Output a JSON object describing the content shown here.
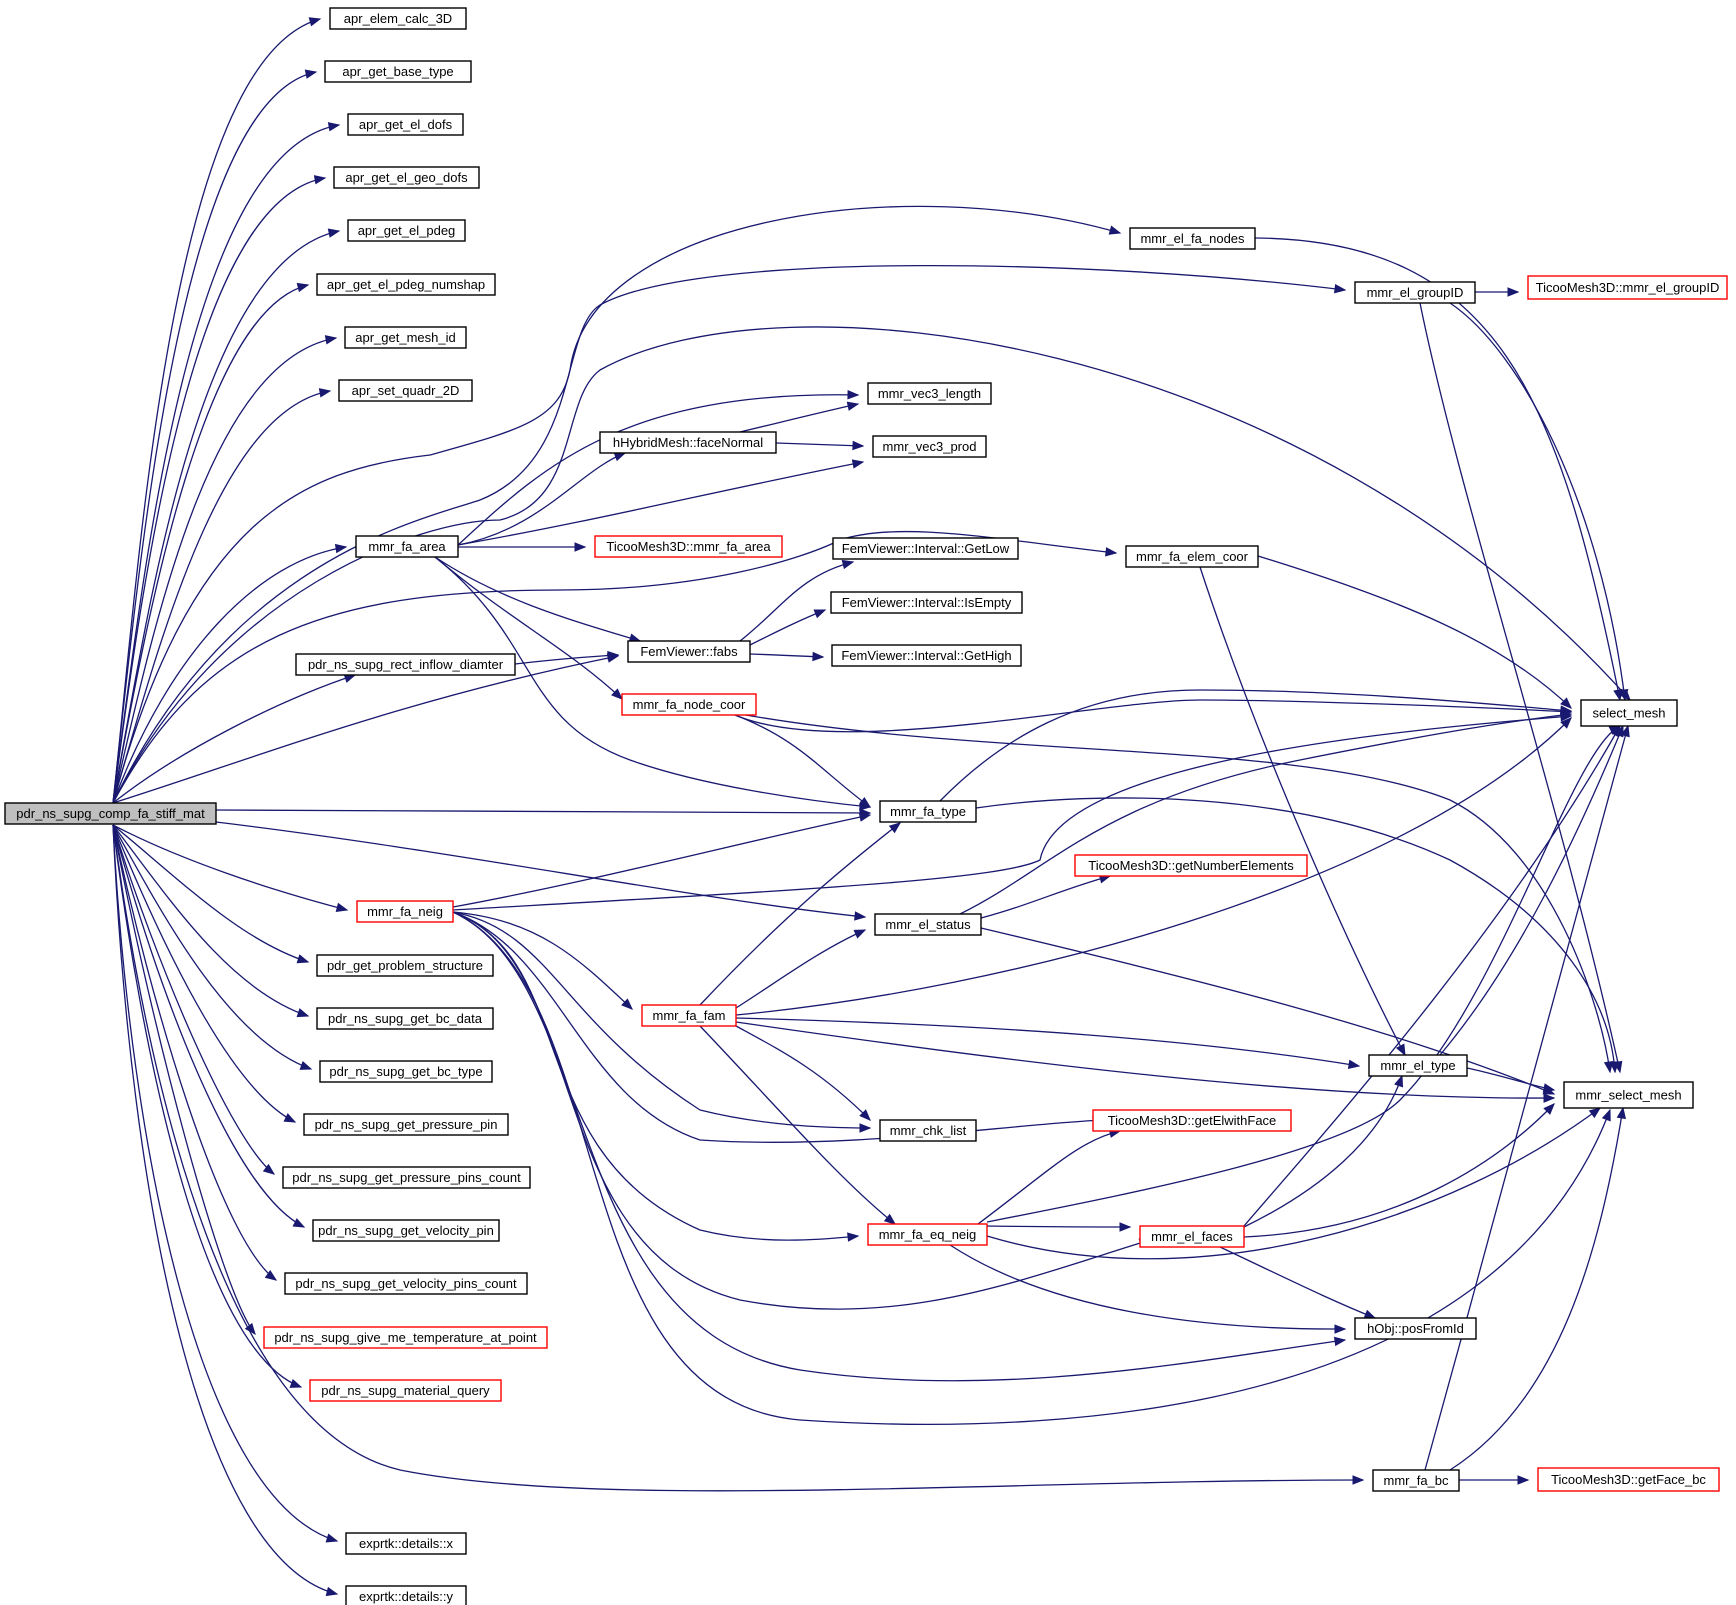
{
  "diagram": {
    "type": "call-graph",
    "colors": {
      "edge": "#191970",
      "node_border_default": "#000000",
      "node_border_truncated": "#ff0000",
      "root_fill": "#bfbfbf",
      "node_fill": "#ffffff"
    },
    "nodes": [
      {
        "id": "root",
        "label": "pdr_ns_supg_comp_fa_stiff_mat",
        "style": "root"
      },
      {
        "id": "n1",
        "label": "apr_elem_calc_3D",
        "style": "normal"
      },
      {
        "id": "n2",
        "label": "apr_get_base_type",
        "style": "normal"
      },
      {
        "id": "n3",
        "label": "apr_get_el_dofs",
        "style": "normal"
      },
      {
        "id": "n4",
        "label": "apr_get_el_geo_dofs",
        "style": "normal"
      },
      {
        "id": "n5",
        "label": "apr_get_el_pdeg",
        "style": "normal"
      },
      {
        "id": "n6",
        "label": "apr_get_el_pdeg_numshap",
        "style": "normal"
      },
      {
        "id": "n7",
        "label": "apr_get_mesh_id",
        "style": "normal"
      },
      {
        "id": "n8",
        "label": "apr_set_quadr_2D",
        "style": "normal"
      },
      {
        "id": "mmr_fa_area",
        "label": "mmr_fa_area",
        "style": "normal"
      },
      {
        "id": "rect_inflow",
        "label": "pdr_ns_supg_rect_inflow_diamter",
        "style": "normal"
      },
      {
        "id": "mmr_fa_neig",
        "label": "mmr_fa_neig",
        "style": "truncated"
      },
      {
        "id": "n12",
        "label": "pdr_get_problem_structure",
        "style": "normal"
      },
      {
        "id": "n13",
        "label": "pdr_ns_supg_get_bc_data",
        "style": "normal"
      },
      {
        "id": "n14",
        "label": "pdr_ns_supg_get_bc_type",
        "style": "normal"
      },
      {
        "id": "n15",
        "label": "pdr_ns_supg_get_pressure_pin",
        "style": "normal"
      },
      {
        "id": "n16",
        "label": "pdr_ns_supg_get_pressure_pins_count",
        "style": "normal"
      },
      {
        "id": "n17",
        "label": "pdr_ns_supg_get_velocity_pin",
        "style": "normal"
      },
      {
        "id": "n18",
        "label": "pdr_ns_supg_get_velocity_pins_count",
        "style": "normal"
      },
      {
        "id": "n19",
        "label": "pdr_ns_supg_give_me_temperature_at_point",
        "style": "truncated"
      },
      {
        "id": "n20",
        "label": "pdr_ns_supg_material_query",
        "style": "truncated"
      },
      {
        "id": "n21",
        "label": "exprtk::details::x",
        "style": "normal"
      },
      {
        "id": "n22",
        "label": "exprtk::details::y",
        "style": "normal"
      },
      {
        "id": "faceNormal",
        "label": "hHybridMesh::faceNormal",
        "style": "normal"
      },
      {
        "id": "ticoo_fa_area",
        "label": "TicooMesh3D::mmr_fa_area",
        "style": "truncated"
      },
      {
        "id": "fabs",
        "label": "FemViewer::fabs",
        "style": "normal"
      },
      {
        "id": "node_coor",
        "label": "mmr_fa_node_coor",
        "style": "truncated"
      },
      {
        "id": "fa_fam",
        "label": "mmr_fa_fam",
        "style": "truncated"
      },
      {
        "id": "eq_neig",
        "label": "mmr_fa_eq_neig",
        "style": "truncated"
      },
      {
        "id": "vec3_length",
        "label": "mmr_vec3_length",
        "style": "normal"
      },
      {
        "id": "vec3_prod",
        "label": "mmr_vec3_prod",
        "style": "normal"
      },
      {
        "id": "getlow",
        "label": "FemViewer::Interval::GetLow",
        "style": "normal"
      },
      {
        "id": "isempty",
        "label": "FemViewer::Interval::IsEmpty",
        "style": "normal"
      },
      {
        "id": "gethigh",
        "label": "FemViewer::Interval::GetHigh",
        "style": "normal"
      },
      {
        "id": "fa_type",
        "label": "mmr_fa_type",
        "style": "normal"
      },
      {
        "id": "el_status",
        "label": "mmr_el_status",
        "style": "normal"
      },
      {
        "id": "chk_list",
        "label": "mmr_chk_list",
        "style": "normal"
      },
      {
        "id": "el_fa_nodes",
        "label": "mmr_el_fa_nodes",
        "style": "normal"
      },
      {
        "id": "el_groupID",
        "label": "mmr_el_groupID",
        "style": "normal"
      },
      {
        "id": "fa_elem_coor",
        "label": "mmr_fa_elem_coor",
        "style": "normal"
      },
      {
        "id": "getNumEl",
        "label": "TicooMesh3D::getNumberElements",
        "style": "truncated"
      },
      {
        "id": "getElwithFace",
        "label": "TicooMesh3D::getElwithFace",
        "style": "truncated"
      },
      {
        "id": "el_faces",
        "label": "mmr_el_faces",
        "style": "truncated"
      },
      {
        "id": "el_type",
        "label": "mmr_el_type",
        "style": "normal"
      },
      {
        "id": "posFromId",
        "label": "hObj::posFromId",
        "style": "normal"
      },
      {
        "id": "fa_bc",
        "label": "mmr_fa_bc",
        "style": "normal"
      },
      {
        "id": "select_mesh",
        "label": "select_mesh",
        "style": "normal"
      },
      {
        "id": "mmr_select_mesh",
        "label": "mmr_select_mesh",
        "style": "normal"
      },
      {
        "id": "ticoo_groupID",
        "label": "TicooMesh3D::mmr_el_groupID",
        "style": "truncated"
      },
      {
        "id": "getFace_bc",
        "label": "TicooMesh3D::getFace_bc",
        "style": "truncated"
      }
    ],
    "edges": [
      [
        "root",
        "n1"
      ],
      [
        "root",
        "n2"
      ],
      [
        "root",
        "n3"
      ],
      [
        "root",
        "n4"
      ],
      [
        "root",
        "n5"
      ],
      [
        "root",
        "n6"
      ],
      [
        "root",
        "n7"
      ],
      [
        "root",
        "n8"
      ],
      [
        "root",
        "el_fa_nodes"
      ],
      [
        "root",
        "el_groupID"
      ],
      [
        "root",
        "select_mesh"
      ],
      [
        "root",
        "mmr_fa_area"
      ],
      [
        "root",
        "fa_elem_coor"
      ],
      [
        "root",
        "rect_inflow"
      ],
      [
        "root",
        "fabs"
      ],
      [
        "root",
        "fa_type"
      ],
      [
        "root",
        "mmr_fa_neig"
      ],
      [
        "root",
        "el_status"
      ],
      [
        "root",
        "n12"
      ],
      [
        "root",
        "n13"
      ],
      [
        "root",
        "n14"
      ],
      [
        "root",
        "n15"
      ],
      [
        "root",
        "n16"
      ],
      [
        "root",
        "n17"
      ],
      [
        "root",
        "n18"
      ],
      [
        "root",
        "n19"
      ],
      [
        "root",
        "n20"
      ],
      [
        "root",
        "fa_bc"
      ],
      [
        "root",
        "n21"
      ],
      [
        "root",
        "n22"
      ],
      [
        "mmr_fa_area",
        "vec3_length"
      ],
      [
        "mmr_fa_area",
        "faceNormal"
      ],
      [
        "mmr_fa_area",
        "vec3_prod"
      ],
      [
        "mmr_fa_area",
        "ticoo_fa_area"
      ],
      [
        "mmr_fa_area",
        "fabs"
      ],
      [
        "mmr_fa_area",
        "node_coor"
      ],
      [
        "mmr_fa_area",
        "fa_type"
      ],
      [
        "faceNormal",
        "vec3_length"
      ],
      [
        "faceNormal",
        "vec3_prod"
      ],
      [
        "rect_inflow",
        "fabs"
      ],
      [
        "fabs",
        "getlow"
      ],
      [
        "fabs",
        "isempty"
      ],
      [
        "fabs",
        "gethigh"
      ],
      [
        "node_coor",
        "select_mesh"
      ],
      [
        "node_coor",
        "fa_type"
      ],
      [
        "node_coor",
        "mmr_select_mesh"
      ],
      [
        "mmr_fa_neig",
        "fa_type"
      ],
      [
        "mmr_fa_neig",
        "select_mesh"
      ],
      [
        "mmr_fa_neig",
        "fa_fam"
      ],
      [
        "mmr_fa_neig",
        "chk_list"
      ],
      [
        "mmr_fa_neig",
        "getElwithFace"
      ],
      [
        "mmr_fa_neig",
        "eq_neig"
      ],
      [
        "mmr_fa_neig",
        "el_faces"
      ],
      [
        "mmr_fa_neig",
        "posFromId"
      ],
      [
        "mmr_fa_neig",
        "mmr_select_mesh"
      ],
      [
        "fa_fam",
        "fa_type"
      ],
      [
        "fa_fam",
        "el_status"
      ],
      [
        "fa_fam",
        "select_mesh"
      ],
      [
        "fa_fam",
        "el_type"
      ],
      [
        "fa_fam",
        "mmr_select_mesh"
      ],
      [
        "fa_fam",
        "chk_list"
      ],
      [
        "fa_fam",
        "eq_neig"
      ],
      [
        "eq_neig",
        "getElwithFace"
      ],
      [
        "eq_neig",
        "el_faces"
      ],
      [
        "eq_neig",
        "select_mesh"
      ],
      [
        "eq_neig",
        "mmr_select_mesh"
      ],
      [
        "eq_neig",
        "posFromId"
      ],
      [
        "fa_type",
        "select_mesh"
      ],
      [
        "fa_type",
        "mmr_select_mesh"
      ],
      [
        "el_status",
        "select_mesh"
      ],
      [
        "el_status",
        "getNumEl"
      ],
      [
        "el_status",
        "mmr_select_mesh"
      ],
      [
        "el_fa_nodes",
        "select_mesh"
      ],
      [
        "el_groupID",
        "ticoo_groupID"
      ],
      [
        "el_groupID",
        "select_mesh"
      ],
      [
        "el_groupID",
        "mmr_select_mesh"
      ],
      [
        "fa_elem_coor",
        "select_mesh"
      ],
      [
        "fa_elem_coor",
        "el_type"
      ],
      [
        "el_faces",
        "el_type"
      ],
      [
        "el_faces",
        "select_mesh"
      ],
      [
        "el_faces",
        "mmr_select_mesh"
      ],
      [
        "el_faces",
        "posFromId"
      ],
      [
        "el_type",
        "select_mesh"
      ],
      [
        "el_type",
        "mmr_select_mesh"
      ],
      [
        "fa_bc",
        "select_mesh"
      ],
      [
        "fa_bc",
        "mmr_select_mesh"
      ],
      [
        "fa_bc",
        "getFace_bc"
      ]
    ]
  }
}
